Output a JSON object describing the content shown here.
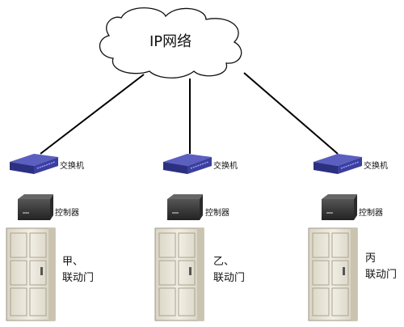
{
  "network": {
    "label": "IP网络"
  },
  "nodes": [
    {
      "switch_label": "交换机",
      "controller_label": "控制器",
      "door_label_line1": "甲",
      "door_label_line1_mark": "、",
      "door_label_line2": "联动门"
    },
    {
      "switch_label": "交换机",
      "controller_label": "控制器",
      "door_label_line1": "乙",
      "door_label_line1_mark": "、",
      "door_label_line2": "联动门"
    },
    {
      "switch_label": "交换机",
      "controller_label": "控制器",
      "door_label_line1": "丙",
      "door_label_line1_mark": "",
      "door_label_line2": "联动门"
    }
  ],
  "colors": {
    "switch": "#3b3f9e",
    "switch_dark": "#262a6e",
    "controller": "#3a3a3a",
    "door": "#e9e5d8",
    "line": "#000000"
  }
}
